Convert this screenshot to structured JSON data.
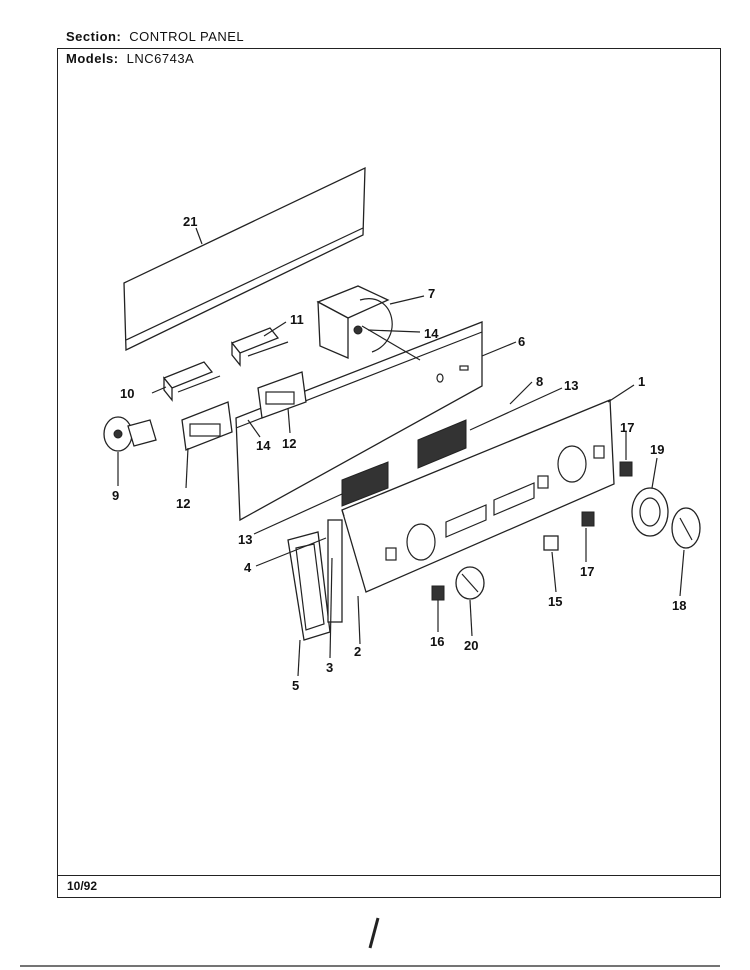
{
  "header": {
    "section_label": "Section:",
    "section_value": "CONTROL PANEL",
    "models_label": "Models:",
    "models_value": "LNC6743A"
  },
  "footer": {
    "date": "10/92"
  },
  "callouts": [
    "1",
    "2",
    "3",
    "4",
    "5",
    "6",
    "7",
    "8",
    "9",
    "10",
    "11",
    "12",
    "12",
    "13",
    "13",
    "14",
    "14",
    "15",
    "16",
    "17",
    "17",
    "18",
    "19",
    "20",
    "21"
  ]
}
